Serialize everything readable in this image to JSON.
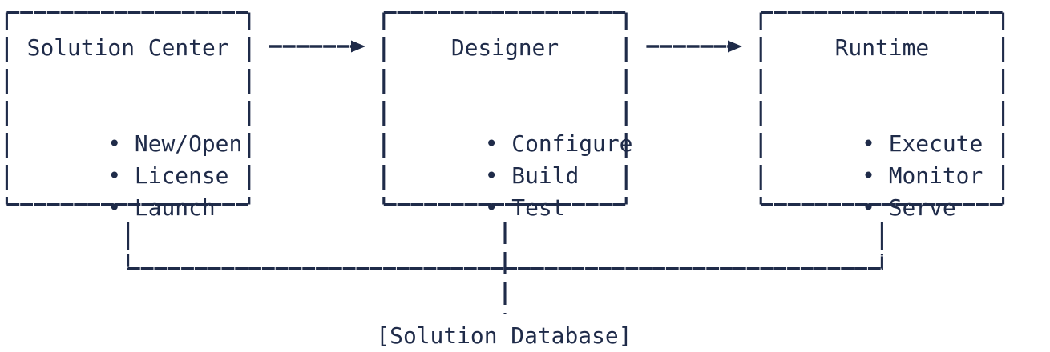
{
  "colors": {
    "ink": "#1f2b49",
    "background": "#ffffff"
  },
  "icons": {
    "bullet": "•"
  },
  "diagram": {
    "boxes": [
      {
        "title": "Solution Center",
        "items": [
          "New/Open",
          "License",
          "Launch"
        ]
      },
      {
        "title": "Designer",
        "items": [
          "Configure",
          "Build",
          "Test"
        ]
      },
      {
        "title": "Runtime",
        "items": [
          "Execute",
          "Monitor",
          "Serve"
        ]
      }
    ],
    "arrows": [
      {
        "from": "Solution Center",
        "to": "Designer"
      },
      {
        "from": "Designer",
        "to": "Runtime"
      }
    ],
    "database_label": "[Solution Database]"
  }
}
